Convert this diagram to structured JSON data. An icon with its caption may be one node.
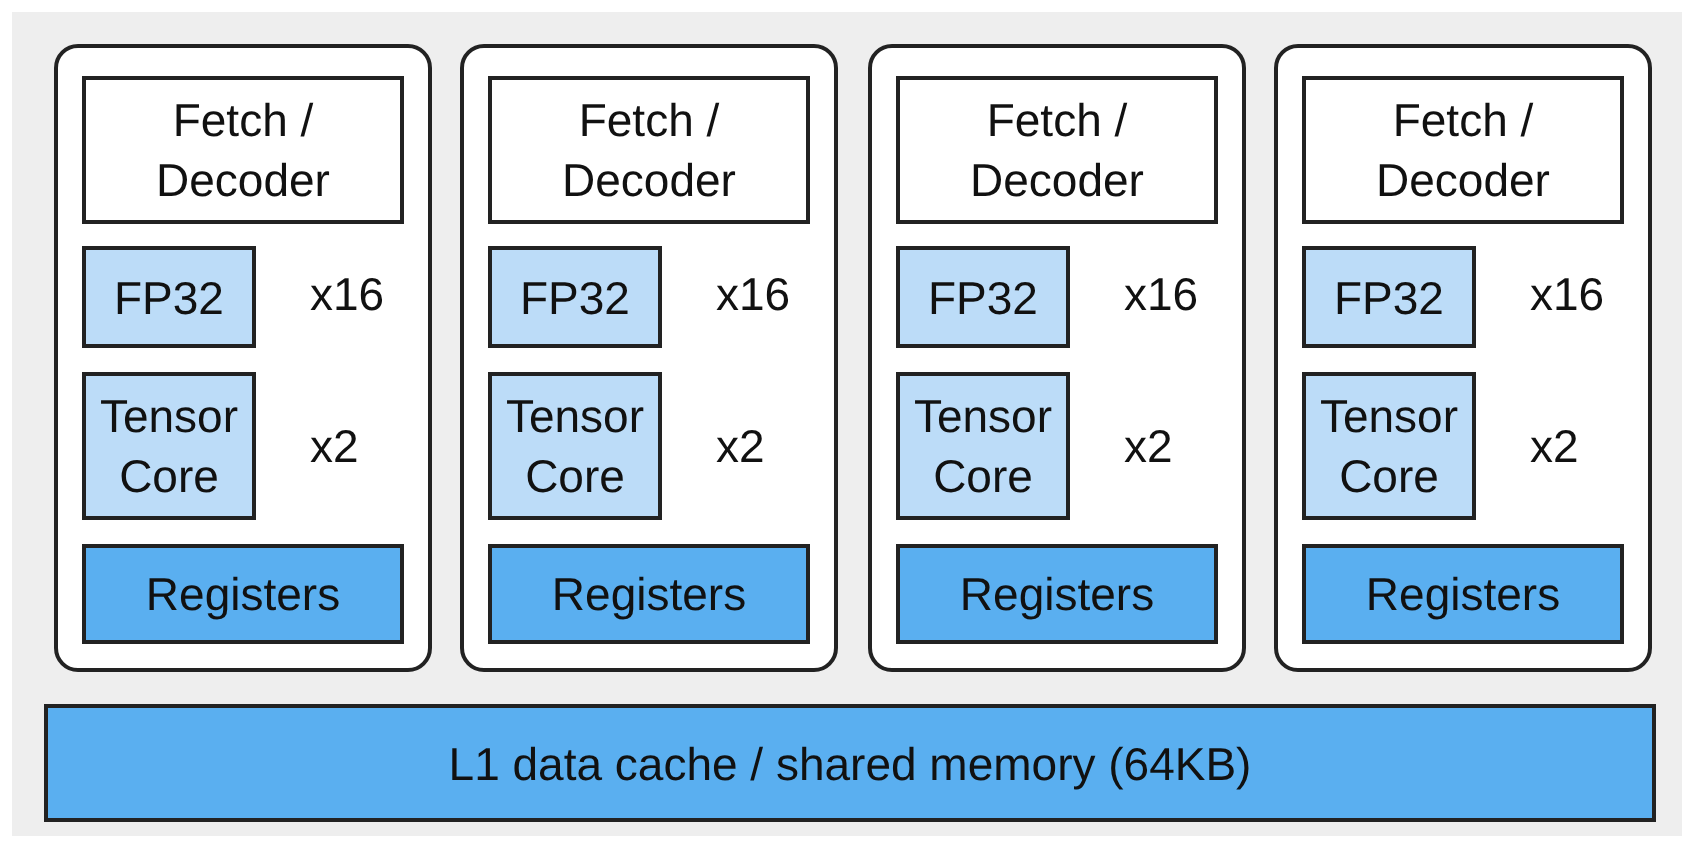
{
  "diagram": {
    "nodes": [
      {
        "text": [],
        "shape": "box"
      },
      {
        "text": [
          "Fetch / Decoder"
        ],
        "in": 0
      },
      {
        "text": [
          "FP32"
        ],
        "in": 0,
        "beside": [
          "x16"
        ]
      },
      {
        "text": [
          "Tensor Core"
        ],
        "in": 0,
        "beside": [
          "x2"
        ]
      },
      {
        "text": [
          "Registers"
        ],
        "in": 0
      },
      {
        "text": [],
        "shape": "box"
      },
      {
        "text": [
          "Fetch / Decoder"
        ],
        "in": 5
      },
      {
        "text": [
          "FP32"
        ],
        "in": 5,
        "beside": [
          "x16"
        ]
      },
      {
        "text": [
          "Tensor Core"
        ],
        "in": 5,
        "beside": [
          "x2"
        ]
      },
      {
        "text": [
          "Registers"
        ],
        "in": 5
      },
      {
        "text": [],
        "shape": "box"
      },
      {
        "text": [
          "Fetch / Decoder"
        ],
        "in": 10
      },
      {
        "text": [
          "FP32"
        ],
        "in": 10,
        "beside": [
          "x16"
        ]
      },
      {
        "text": [
          "Tensor Core"
        ],
        "in": 10,
        "beside": [
          "x2"
        ]
      },
      {
        "text": [
          "Registers"
        ],
        "in": 10
      },
      {
        "text": [],
        "shape": "box"
      },
      {
        "text": [
          "Fetch / Decoder"
        ],
        "in": 15
      },
      {
        "text": [
          "FP32"
        ],
        "in": 15,
        "beside": [
          "x16"
        ]
      },
      {
        "text": [
          "Tensor Core"
        ],
        "in": 15,
        "beside": [
          "x2"
        ]
      },
      {
        "text": [
          "Registers"
        ],
        "in": 15
      },
      {
        "text": [
          "L1 data cache / shared memory (64KB)"
        ]
      }
    ]
  }
}
